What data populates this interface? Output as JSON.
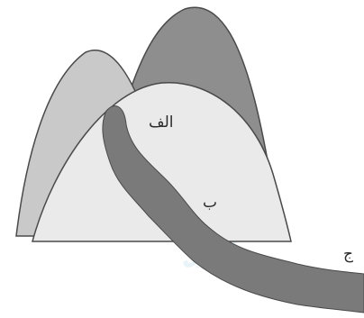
{
  "labels": {
    "point_a": "الف",
    "point_b": "ب",
    "point_c": "ج"
  },
  "watermark": {
    "text": "انتخاب"
  },
  "colors": {
    "back_left_hill": "#c9c9c9",
    "back_right_hill": "#8e8e8e",
    "front_hill": "#eaeaea",
    "river": "#7a7a7a",
    "outline": "#4a4a4a",
    "label": "#2b2b2b",
    "watermark": "#cfe8f4"
  }
}
